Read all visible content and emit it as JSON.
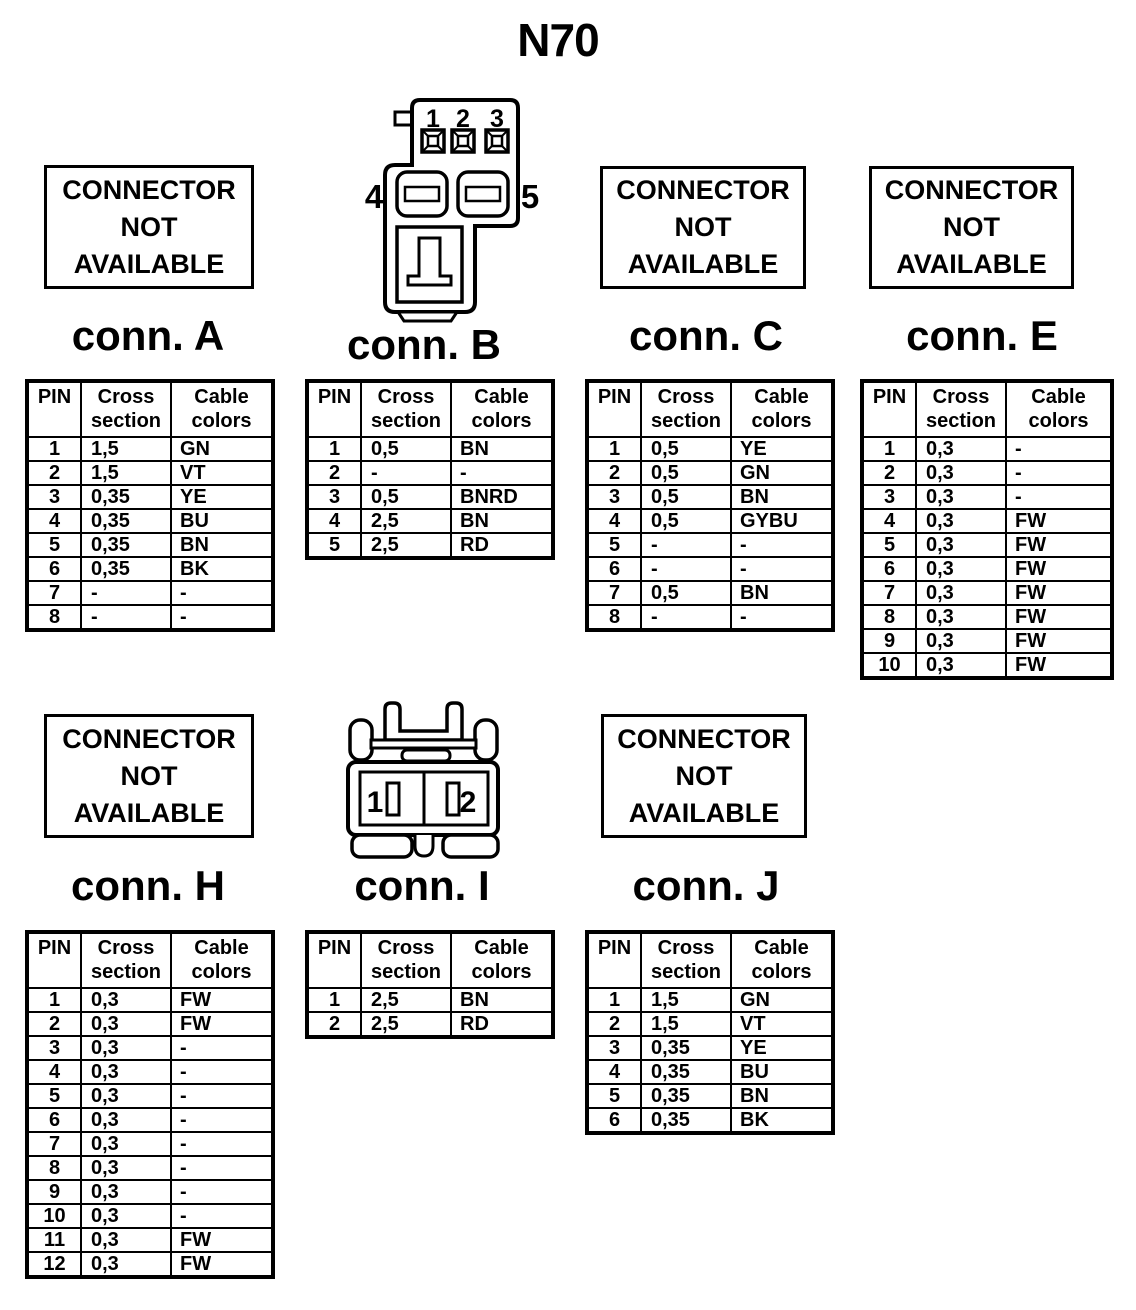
{
  "page_title": "N70",
  "na_box": {
    "lines": [
      "CONNECTOR",
      "NOT",
      "AVAILABLE"
    ]
  },
  "table_headers": [
    "PIN",
    "Cross section",
    "Cable colors"
  ],
  "connectors": {
    "A": {
      "label": "conn. A",
      "available": false,
      "rows": [
        [
          "1",
          "1,5",
          "GN"
        ],
        [
          "2",
          "1,5",
          "VT"
        ],
        [
          "3",
          "0,35",
          "YE"
        ],
        [
          "4",
          "0,35",
          "BU"
        ],
        [
          "5",
          "0,35",
          "BN"
        ],
        [
          "6",
          "0,35",
          "BK"
        ],
        [
          "7",
          "-",
          "-"
        ],
        [
          "8",
          "-",
          "-"
        ]
      ]
    },
    "B": {
      "label": "conn. B",
      "available": true,
      "drawing": {
        "pin_labels": [
          "1",
          "2",
          "3",
          "4",
          "5"
        ]
      },
      "rows": [
        [
          "1",
          "0,5",
          "BN"
        ],
        [
          "2",
          "-",
          "-"
        ],
        [
          "3",
          "0,5",
          "BNRD"
        ],
        [
          "4",
          "2,5",
          "BN"
        ],
        [
          "5",
          "2,5",
          "RD"
        ]
      ]
    },
    "C": {
      "label": "conn. C",
      "available": false,
      "rows": [
        [
          "1",
          "0,5",
          "YE"
        ],
        [
          "2",
          "0,5",
          "GN"
        ],
        [
          "3",
          "0,5",
          "BN"
        ],
        [
          "4",
          "0,5",
          "GYBU"
        ],
        [
          "5",
          "-",
          "-"
        ],
        [
          "6",
          "-",
          "-"
        ],
        [
          "7",
          "0,5",
          "BN"
        ],
        [
          "8",
          "-",
          "-"
        ]
      ]
    },
    "E": {
      "label": "conn. E",
      "available": false,
      "rows": [
        [
          "1",
          "0,3",
          "-"
        ],
        [
          "2",
          "0,3",
          "-"
        ],
        [
          "3",
          "0,3",
          "-"
        ],
        [
          "4",
          "0,3",
          "FW"
        ],
        [
          "5",
          "0,3",
          "FW"
        ],
        [
          "6",
          "0,3",
          "FW"
        ],
        [
          "7",
          "0,3",
          "FW"
        ],
        [
          "8",
          "0,3",
          "FW"
        ],
        [
          "9",
          "0,3",
          "FW"
        ],
        [
          "10",
          "0,3",
          "FW"
        ]
      ]
    },
    "H": {
      "label": "conn. H",
      "available": false,
      "rows": [
        [
          "1",
          "0,3",
          "FW"
        ],
        [
          "2",
          "0,3",
          "FW"
        ],
        [
          "3",
          "0,3",
          "-"
        ],
        [
          "4",
          "0,3",
          "-"
        ],
        [
          "5",
          "0,3",
          "-"
        ],
        [
          "6",
          "0,3",
          "-"
        ],
        [
          "7",
          "0,3",
          "-"
        ],
        [
          "8",
          "0,3",
          "-"
        ],
        [
          "9",
          "0,3",
          "-"
        ],
        [
          "10",
          "0,3",
          "-"
        ],
        [
          "11",
          "0,3",
          "FW"
        ],
        [
          "12",
          "0,3",
          "FW"
        ]
      ]
    },
    "I": {
      "label": "conn. I",
      "available": true,
      "drawing": {
        "pin_labels": [
          "1",
          "2"
        ]
      },
      "rows": [
        [
          "1",
          "2,5",
          "BN"
        ],
        [
          "2",
          "2,5",
          "RD"
        ]
      ]
    },
    "J": {
      "label": "conn. J",
      "available": false,
      "rows": [
        [
          "1",
          "1,5",
          "GN"
        ],
        [
          "2",
          "1,5",
          "VT"
        ],
        [
          "3",
          "0,35",
          "YE"
        ],
        [
          "4",
          "0,35",
          "BU"
        ],
        [
          "5",
          "0,35",
          "BN"
        ],
        [
          "6",
          "0,35",
          "BK"
        ]
      ]
    }
  },
  "colors": {
    "foreground": "#000000",
    "background": "#ffffff"
  }
}
